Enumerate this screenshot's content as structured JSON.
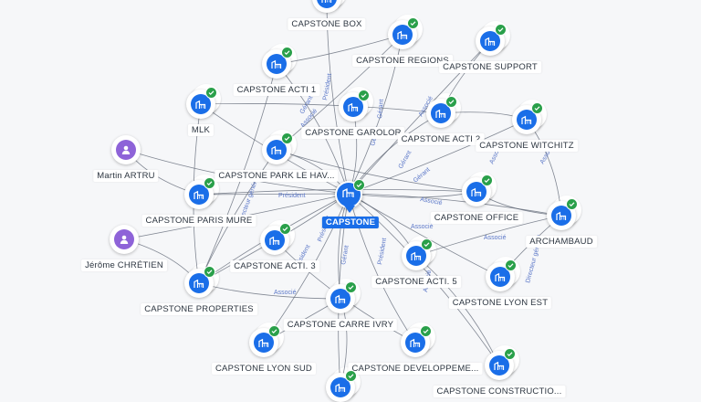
{
  "graph": {
    "center": {
      "id": "capstone",
      "label": "CAPSTONE",
      "icon": "building-icon",
      "verified": true
    },
    "colors": {
      "company": "#1a6ee8",
      "person": "#8e63d8",
      "edge": "#5a6270",
      "edge_label": "#5c78c8",
      "verified": "#2aa04a"
    },
    "nodes": [
      {
        "id": "capstone-box",
        "label": "CAPSTONE BOX",
        "type": "company",
        "verified": false
      },
      {
        "id": "capstone-regions",
        "label": "CAPSTONE REGIONS",
        "type": "company",
        "verified": true
      },
      {
        "id": "capstone-support",
        "label": "CAPSTONE SUPPORT",
        "type": "company",
        "verified": true
      },
      {
        "id": "capstone-acti-1",
        "label": "CAPSTONE ACTI 1",
        "type": "company",
        "verified": true
      },
      {
        "id": "mlk",
        "label": "MLK",
        "type": "company",
        "verified": true
      },
      {
        "id": "capstone-garolor",
        "label": "CAPSTONE GAROLOR",
        "type": "company",
        "verified": true
      },
      {
        "id": "capstone-acti-2",
        "label": "CAPSTONE ACTI 2",
        "type": "company",
        "verified": true
      },
      {
        "id": "capstone-witchitz",
        "label": "CAPSTONE WITCHITZ",
        "type": "company",
        "verified": true
      },
      {
        "id": "martin-artru",
        "label": "Martin ARTRU",
        "type": "person",
        "verified": false
      },
      {
        "id": "capstone-park-le-hav",
        "label": "CAPSTONE PARK LE HAV...",
        "type": "company",
        "verified": true
      },
      {
        "id": "capstone-paris-mure",
        "label": "CAPSTONE PARIS MURE",
        "type": "company",
        "verified": true
      },
      {
        "id": "capstone-office",
        "label": "CAPSTONE OFFICE",
        "type": "company",
        "verified": true
      },
      {
        "id": "archambaud",
        "label": "ARCHAMBAUD",
        "type": "company",
        "verified": true
      },
      {
        "id": "jerome-chretien",
        "label": "Jérôme CHRÉTIEN",
        "type": "person",
        "verified": false
      },
      {
        "id": "capstone-acti-3",
        "label": "CAPSTONE ACTI. 3",
        "type": "company",
        "verified": true
      },
      {
        "id": "capstone-acti-5",
        "label": "CAPSTONE ACTI. 5",
        "type": "company",
        "verified": true
      },
      {
        "id": "capstone-properties",
        "label": "CAPSTONE PROPERTIES",
        "type": "company",
        "verified": true
      },
      {
        "id": "capstone-lyon-est",
        "label": "CAPSTONE LYON EST",
        "type": "company",
        "verified": true
      },
      {
        "id": "capstone-carre-ivry",
        "label": "CAPSTONE CARRE IVRY",
        "type": "company",
        "verified": true
      },
      {
        "id": "capstone-lyon-sud",
        "label": "CAPSTONE LYON SUD",
        "type": "company",
        "verified": true
      },
      {
        "id": "capstone-developpement",
        "label": "CAPSTONE DEVELOPPEME...",
        "type": "company",
        "verified": true
      },
      {
        "id": "capstone-constructio",
        "label": "CAPSTONE CONSTRUCTIO...",
        "type": "company",
        "verified": true
      },
      {
        "id": "capstone-bottom",
        "label": "",
        "type": "company",
        "verified": true
      }
    ],
    "edge_labels": [
      "Président",
      "Gérant",
      "Associé",
      "Directeur général",
      "Gérant",
      "Associé",
      "Président",
      "Gérant",
      "Associé",
      "Gérant",
      "Associé",
      "Associé",
      "Directeur général",
      "Président",
      "Associé",
      "Associé",
      "Associé",
      "Associé",
      "Directeur général",
      "Président",
      "Gérant",
      "Président",
      "Gérant",
      "Associé"
    ]
  }
}
